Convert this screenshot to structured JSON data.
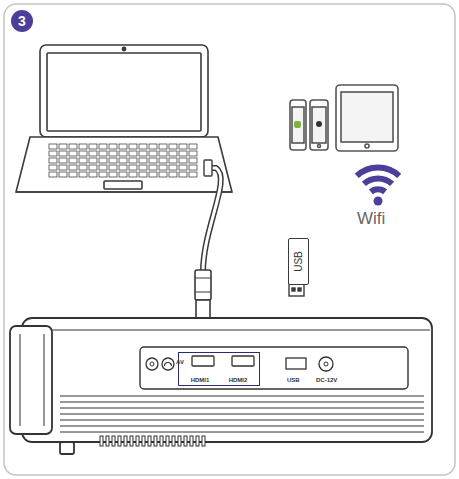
{
  "diagram": {
    "nodes": [
      {
        "text": [
          "3"
        ]
      },
      {
        "text": [
          "USB"
        ]
      },
      {
        "text": [
          "HDMI1",
          "HDMI2"
        ]
      }
    ],
    "labels": [
      "Wifi",
      "AV",
      "USB",
      "DC-12V"
    ]
  }
}
